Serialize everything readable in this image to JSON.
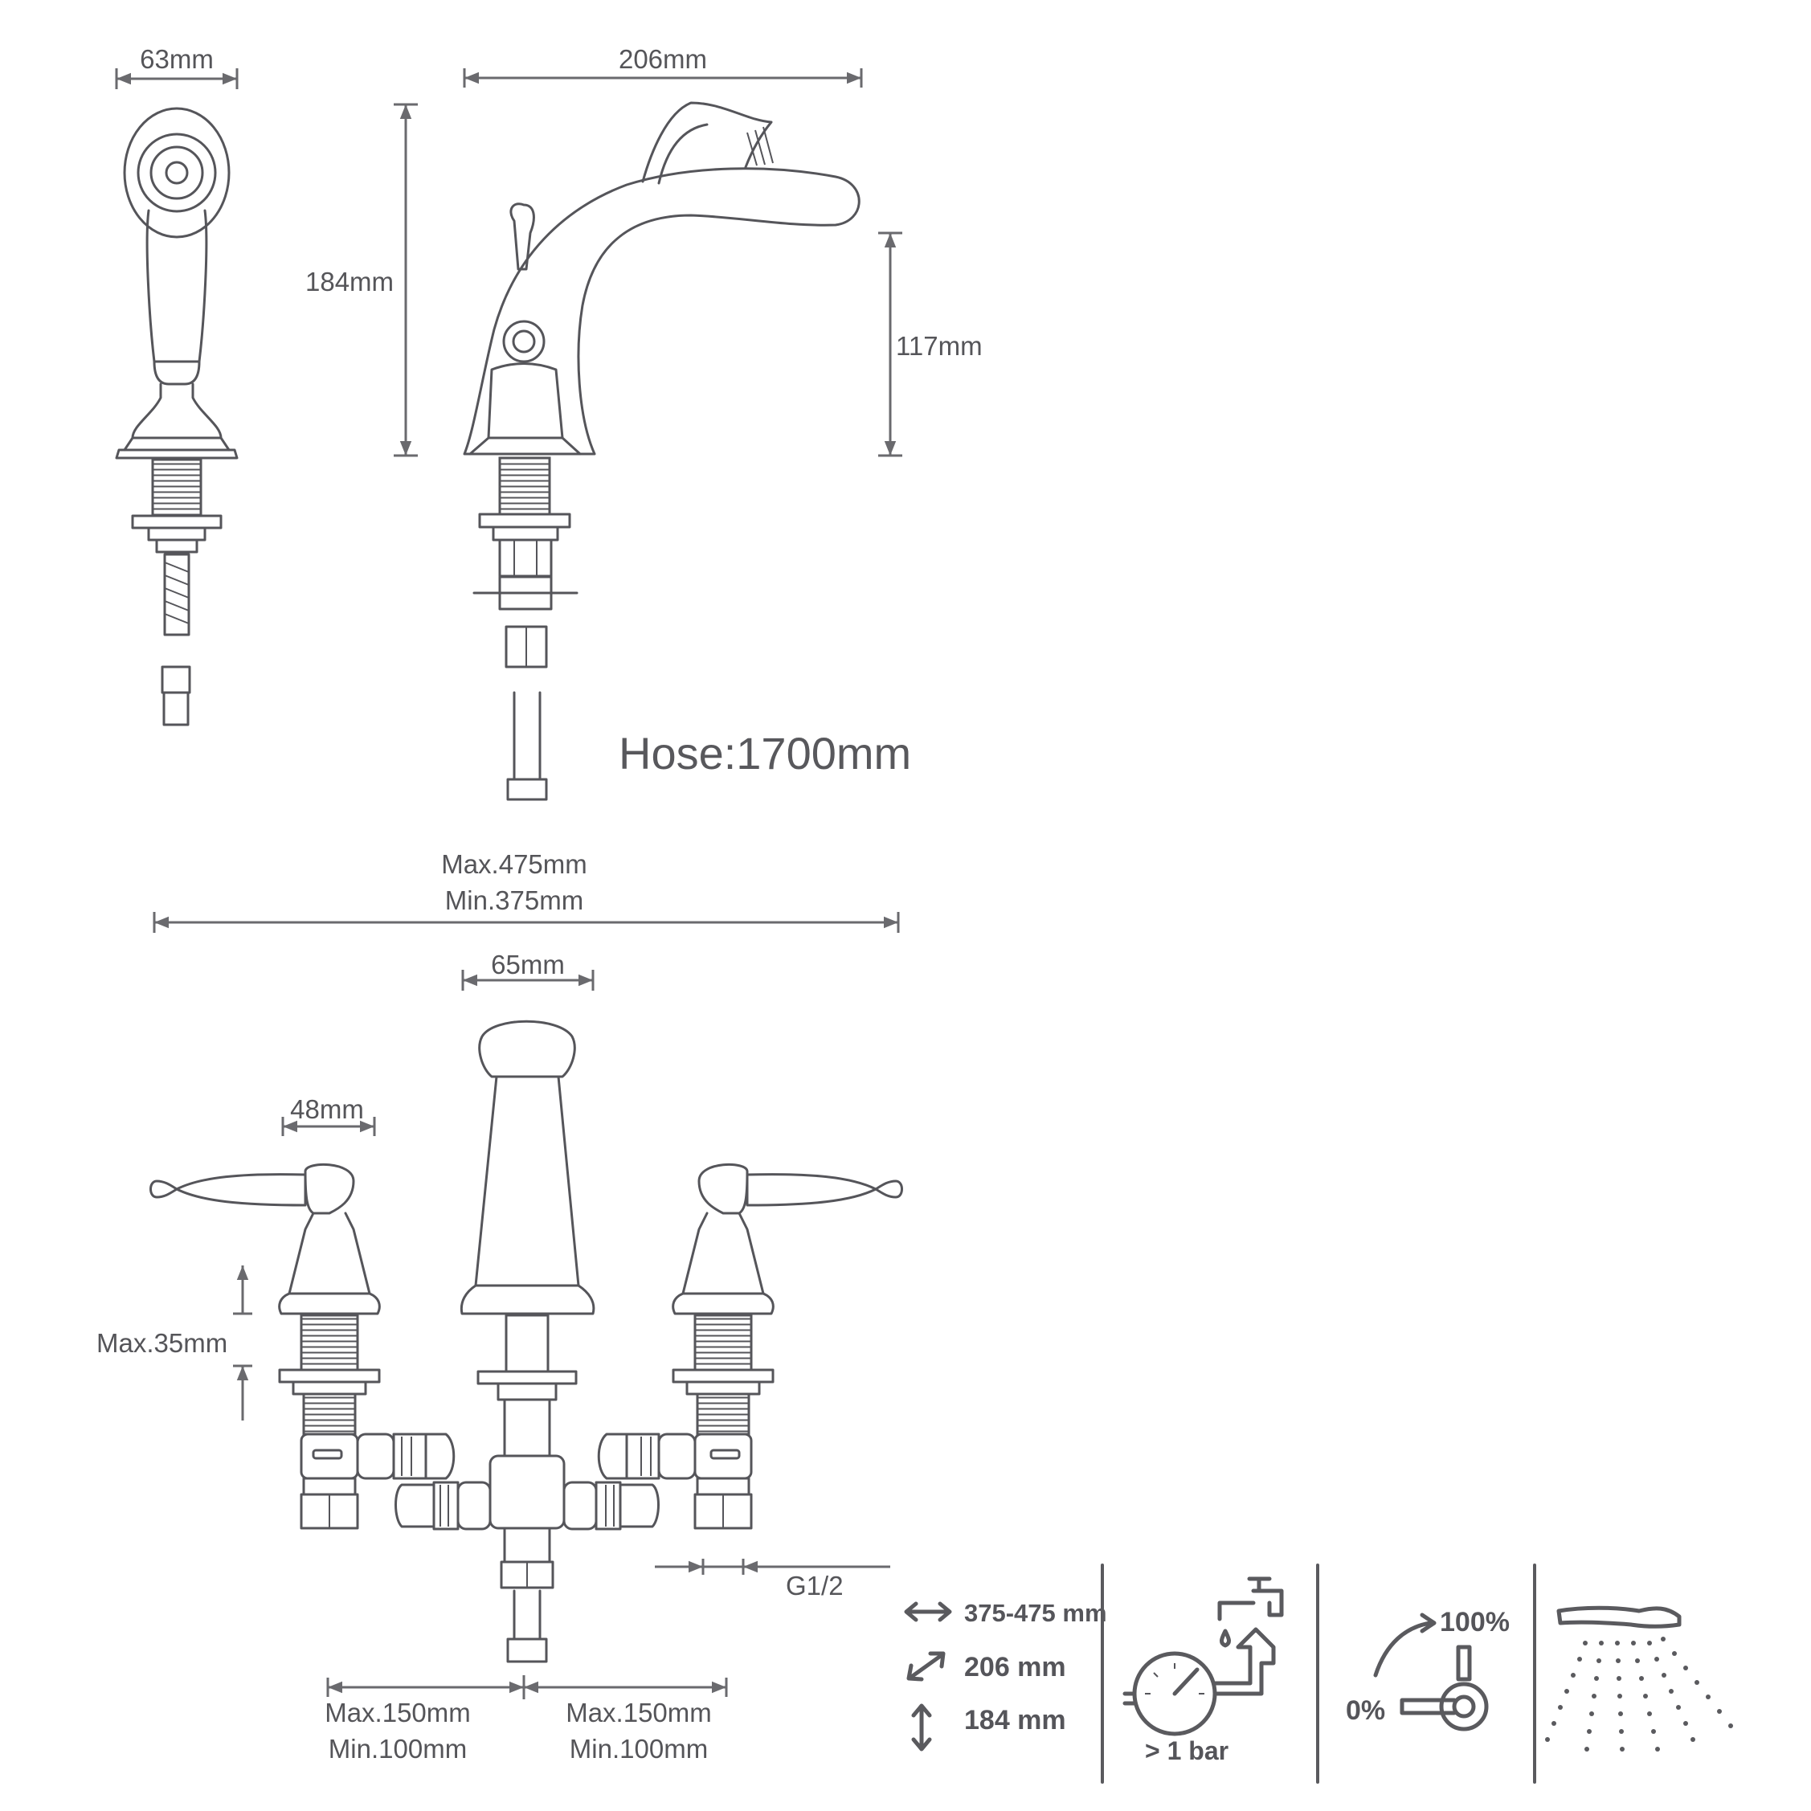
{
  "dimensions": {
    "handshower_width": "63mm",
    "spout_length": "206mm",
    "spout_height": "184mm",
    "spout_clearance": "117mm",
    "hose": "Hose:1700mm",
    "span_max": "Max.475mm",
    "span_min": "Min.375mm",
    "spout_base": "65mm",
    "handle_width": "48mm",
    "deck_thickness": "Max.35mm",
    "connection": "G1/2",
    "left_spacing_max": "Max.150mm",
    "left_spacing_min": "Min.100mm",
    "right_spacing_max": "Max.150mm",
    "right_spacing_min": "Min.100mm"
  },
  "specs": {
    "span": "375-475 mm",
    "reach": "206 mm",
    "height": "184 mm",
    "pressure": "> 1 bar",
    "flow_max": "100%",
    "flow_min": "0%"
  },
  "icons": {
    "span": "horizontal-double-arrow-icon",
    "reach": "diagonal-double-arrow-icon",
    "height": "vertical-double-arrow-icon",
    "pressure": "pressure-gauge-icon",
    "flow": "lever-flow-icon",
    "shower": "hand-shower-spray-icon"
  }
}
